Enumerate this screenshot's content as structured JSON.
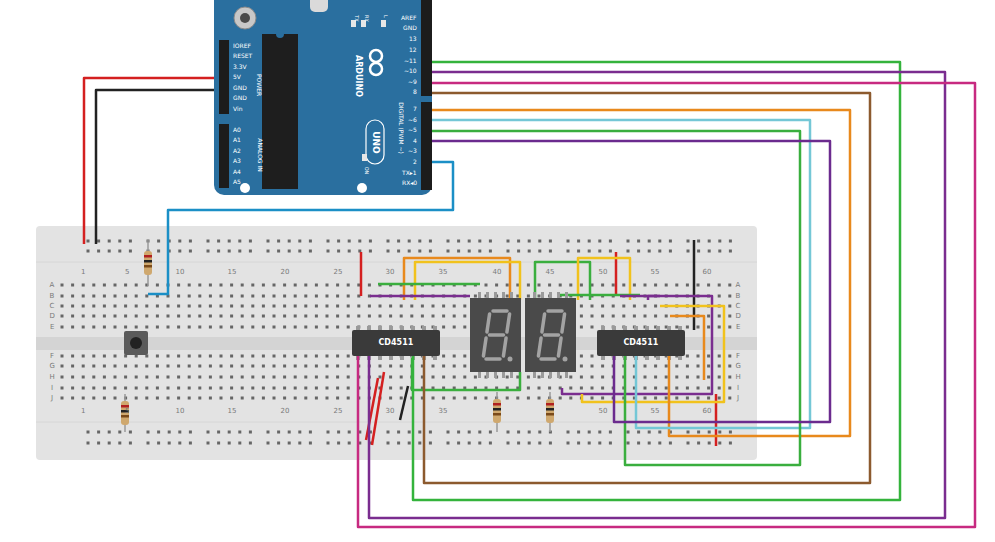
{
  "diagram": {
    "nodes": [
      {
        "text": [
          "ARDUINO",
          "UNO"
        ]
      },
      {
        "text": [
          "CD4511"
        ]
      },
      {
        "text": [
          "CD4511"
        ]
      }
    ],
    "edges": [
      {
        "from": 0,
        "to": 1,
        "arrow": "none"
      },
      {
        "from": 0,
        "to": 1,
        "arrow": "none"
      },
      {
        "from": 0,
        "to": 1,
        "arrow": "none"
      },
      {
        "from": 0,
        "to": 1,
        "arrow": "none"
      },
      {
        "from": 0,
        "to": 2,
        "arrow": "none"
      },
      {
        "from": 0,
        "to": 2,
        "arrow": "none"
      },
      {
        "from": 0,
        "to": 2,
        "arrow": "none"
      },
      {
        "from": 0,
        "to": 2,
        "arrow": "none"
      }
    ],
    "labels": [
      "IOREF",
      "RESET",
      "3.3V",
      "5V",
      "GND",
      "GND",
      "Vin",
      "POWER",
      "A0",
      "A1",
      "A2",
      "A3",
      "A4",
      "A5",
      "ANALOG IN",
      "AREF",
      "GND",
      "13",
      "12",
      "~11",
      "~10",
      "~9",
      "8",
      "7",
      "~6",
      "~5",
      "4",
      "~3",
      "2",
      "TX▸1",
      "RX◂0",
      "DIGITAL (PWM ~)",
      "TX",
      "RX",
      "L",
      "ON",
      "1",
      "5",
      "10",
      "15",
      "20",
      "25",
      "30",
      "35",
      "40",
      "45",
      "50",
      "55",
      "60",
      "1",
      "5",
      "10",
      "15",
      "20",
      "25",
      "30",
      "35",
      "50",
      "55",
      "60",
      "A",
      "B",
      "C",
      "D",
      "E",
      "F",
      "G",
      "H",
      "I",
      "J",
      "A",
      "B",
      "C",
      "D",
      "E",
      "F",
      "G",
      "H",
      "I",
      "J"
    ]
  }
}
